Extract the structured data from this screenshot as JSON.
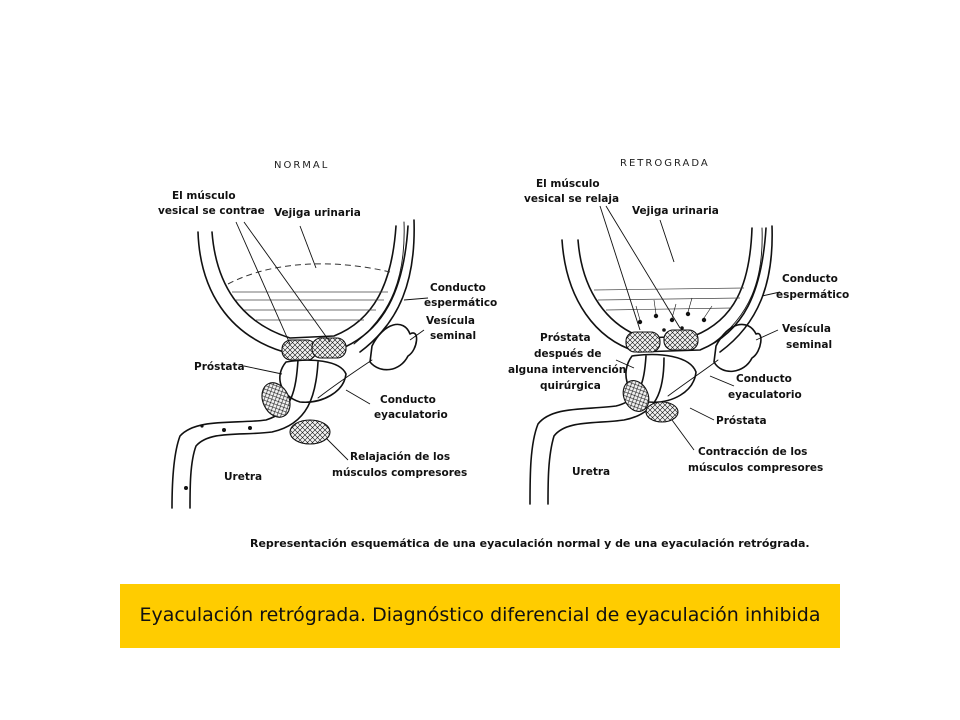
{
  "panels": {
    "normal": {
      "header": "NORMAL",
      "labels": {
        "muscle_1": "El músculo",
        "muscle_2": "vesical se contrae",
        "bladder": "Vejiga urinaria",
        "duct_1": "Conducto",
        "duct_2": "espermático",
        "vesicle_1": "Vesícula",
        "vesicle_2": "seminal",
        "prostate": "Próstata",
        "ejac_1": "Conducto",
        "ejac_2": "eyaculatorio",
        "relax_1": "Relajación de los",
        "relax_2": "músculos compresores",
        "urethra": "Uretra"
      }
    },
    "retrograde": {
      "header": "RETROGRADA",
      "labels": {
        "muscle_1": "El músculo",
        "muscle_2": "vesical se relaja",
        "bladder": "Vejiga urinaria",
        "duct_1": "Conducto",
        "duct_2": "espermático",
        "vesicle_1": "Vesícula",
        "vesicle_2": "seminal",
        "prost_surg_1": "Próstata",
        "prost_surg_2": "después de",
        "prost_surg_3": "alguna intervención",
        "prost_surg_4": "quirúrgica",
        "ejac_1": "Conducto",
        "ejac_2": "eyaculatorio",
        "prostate": "Próstata",
        "contr_1": "Contracción de los",
        "contr_2": "músculos compresores",
        "urethra": "Uretra"
      }
    }
  },
  "caption": "Representación esquemática de una eyaculación normal y de una eyaculación retrógrada.",
  "banner": {
    "text": "Eyaculación retrógrada. Diagnóstico diferencial de eyaculación inhibida",
    "color": "#ffcc00"
  }
}
